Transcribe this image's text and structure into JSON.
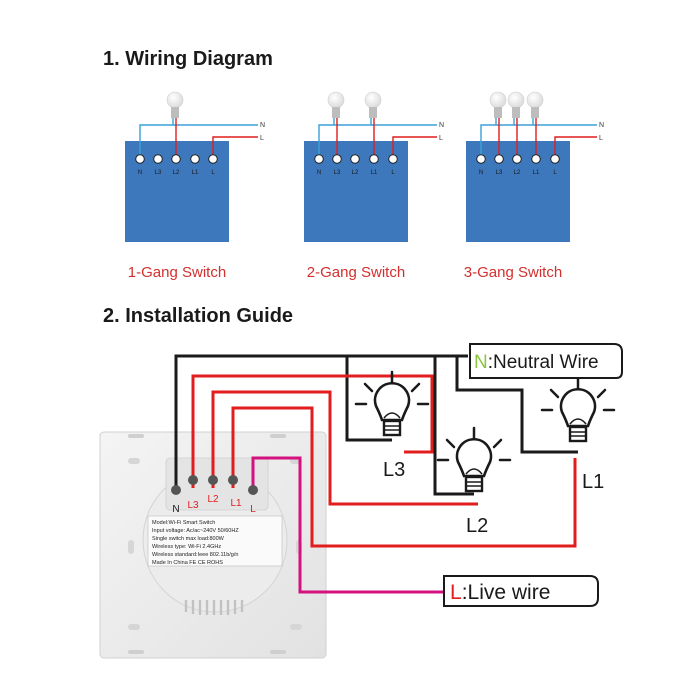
{
  "wiring_diagram": {
    "title": "1. Wiring Diagram",
    "wire_labels": {
      "neutral": "N",
      "live": "L"
    },
    "switches": [
      {
        "caption": "1-Gang Switch",
        "terminals": [
          "N",
          "L3",
          "L2",
          "L1",
          "L"
        ]
      },
      {
        "caption": "2-Gang Switch",
        "terminals": [
          "N",
          "L3",
          "L2",
          "L1",
          "L"
        ]
      },
      {
        "caption": "3-Gang Switch",
        "terminals": [
          "N",
          "L3",
          "L2",
          "L1",
          "L"
        ]
      }
    ]
  },
  "installation_guide": {
    "title": "2. Installation Guide",
    "neutral_wire": {
      "prefix": "N",
      "suffix": ":Neutral Wire"
    },
    "live_wire": {
      "prefix": "L",
      "suffix": ":Live wire"
    },
    "lamps": [
      "L3",
      "L2",
      "L1"
    ],
    "plate_terminals": {
      "n": "N",
      "l3": "L3",
      "l2": "L2",
      "l1": "L1",
      "l": "L"
    },
    "spec_label": [
      "Model:Wi-Fi Smart Switch",
      "Input voltage: Ac/ac~240V 50/60HZ",
      "Single switch max load:800W",
      "Wireless type: Wi-Fi 2.4GHz",
      "Wireless standard:Ieee 802.11b/g/n",
      "Made In China FE  CE  ROHS"
    ]
  },
  "colors": {
    "switch_box": "#3d78bd",
    "neutral_wire_top": "#3aa0d8",
    "live_wire": "#e11d1d",
    "neutral_install": "#1a1a1a",
    "live_install": "#d4127f",
    "neutral_letter": "#8bc43f",
    "caption": "#d32f2f"
  }
}
